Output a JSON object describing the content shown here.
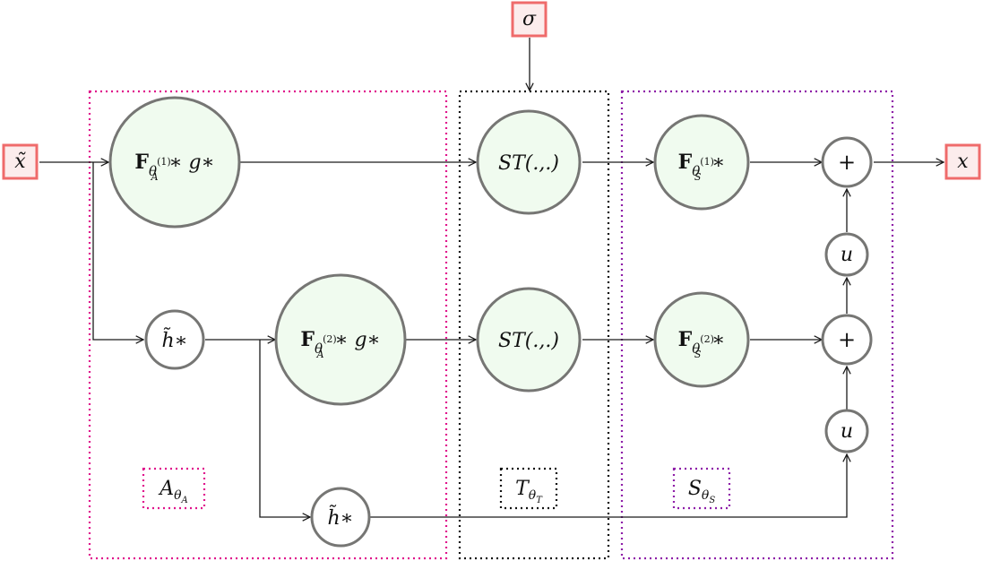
{
  "inputs": {
    "x_tilde": "x̃",
    "sigma": "σ"
  },
  "outputs": {
    "x": "x"
  },
  "colors": {
    "analysis_border": "#e0138c",
    "threshold_border": "#111111",
    "synthesis_border": "#8e1ea8",
    "node_fill": "#f0fbef",
    "node_stroke": "#767674",
    "io_stroke": "#ef6b6b",
    "io_fill": "#fcecec"
  },
  "blocks": {
    "analysis": {
      "label_main": "A",
      "label_sub": "θ",
      "label_subsub": "A"
    },
    "threshold": {
      "label_main": "T",
      "label_sub": "θ",
      "label_subsub": "T"
    },
    "synthesis": {
      "label_main": "S",
      "label_sub": "θ",
      "label_subsub": "S"
    }
  },
  "nodes": {
    "fa1": {
      "bold": "F",
      "theta": "θ",
      "sup": "(1)",
      "sub": "A",
      "tail": "∗ g∗"
    },
    "fa2": {
      "bold": "F",
      "theta": "θ",
      "sup": "(2)",
      "sub": "A",
      "tail": "∗ g∗"
    },
    "h1": {
      "main": "h̃∗"
    },
    "h2": {
      "main": "h̃∗"
    },
    "st1": {
      "main": "ST(.,.)"
    },
    "st2": {
      "main": "ST(.,.)"
    },
    "fs1": {
      "bold": "F",
      "theta": "θ",
      "sup": "(1)",
      "sub": "S",
      "tail": "∗"
    },
    "fs2": {
      "bold": "F",
      "theta": "θ",
      "sup": "(2)",
      "sub": "S",
      "tail": "∗"
    },
    "plus1": {
      "main": "+"
    },
    "plus2": {
      "main": "+"
    },
    "u1": {
      "main": "u"
    },
    "u2": {
      "main": "u"
    }
  }
}
